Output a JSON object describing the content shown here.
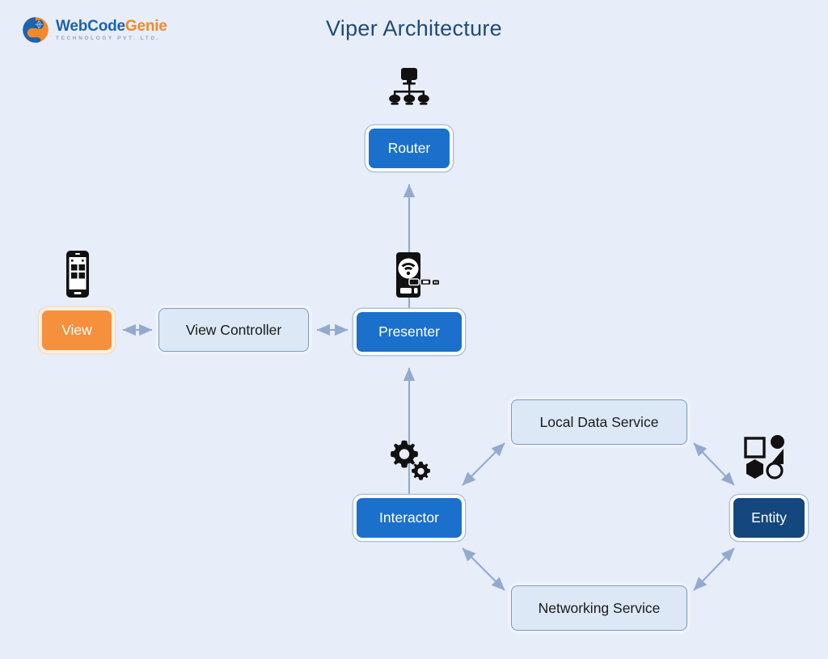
{
  "header": {
    "logo": {
      "mark": "webcodegenie-logo-mark",
      "word_1": "Web",
      "word_2": "Code",
      "word_3": "Genie",
      "tagline": "TECHNOLOGY PVT. LTD."
    },
    "title": "Viper Architecture"
  },
  "colors": {
    "background": "#e7edf9",
    "title": "#1f4b78",
    "node_blue": "#1b70cc",
    "node_darkblue": "#14477d",
    "node_orange": "#f6903c",
    "node_outline_fill": "#dce8f6",
    "node_outline_border": "#7f9cbb",
    "connector": "#93aace",
    "brand_blue": "#1d63ad",
    "brand_orange": "#f08a2c"
  },
  "nodes": [
    {
      "id": "router",
      "label": "Router",
      "style": "blue",
      "icon": "network-router-icon"
    },
    {
      "id": "view",
      "label": "View",
      "style": "orange",
      "icon": "mobile-phone-icon"
    },
    {
      "id": "view-controller",
      "label": "View Controller",
      "style": "outline",
      "icon": null
    },
    {
      "id": "presenter",
      "label": "Presenter",
      "style": "blue",
      "icon": "phone-wifi-devices-icon"
    },
    {
      "id": "interactor",
      "label": "Interactor",
      "style": "blue",
      "icon": "gears-icon"
    },
    {
      "id": "local-data",
      "label": "Local Data Service",
      "style": "outline",
      "icon": null
    },
    {
      "id": "networking",
      "label": "Networking Service",
      "style": "outline",
      "icon": null
    },
    {
      "id": "entity",
      "label": "Entity",
      "style": "darkblue",
      "icon": "shapes-icon"
    }
  ],
  "connections": [
    {
      "from": "presenter",
      "to": "router",
      "arrows": "single"
    },
    {
      "from": "view",
      "to": "view-controller",
      "arrows": "double"
    },
    {
      "from": "view-controller",
      "to": "presenter",
      "arrows": "double"
    },
    {
      "from": "interactor",
      "to": "presenter",
      "arrows": "single"
    },
    {
      "from": "interactor",
      "to": "local-data",
      "arrows": "double"
    },
    {
      "from": "interactor",
      "to": "networking",
      "arrows": "double"
    },
    {
      "from": "local-data",
      "to": "entity",
      "arrows": "double"
    },
    {
      "from": "networking",
      "to": "entity",
      "arrows": "double"
    }
  ]
}
